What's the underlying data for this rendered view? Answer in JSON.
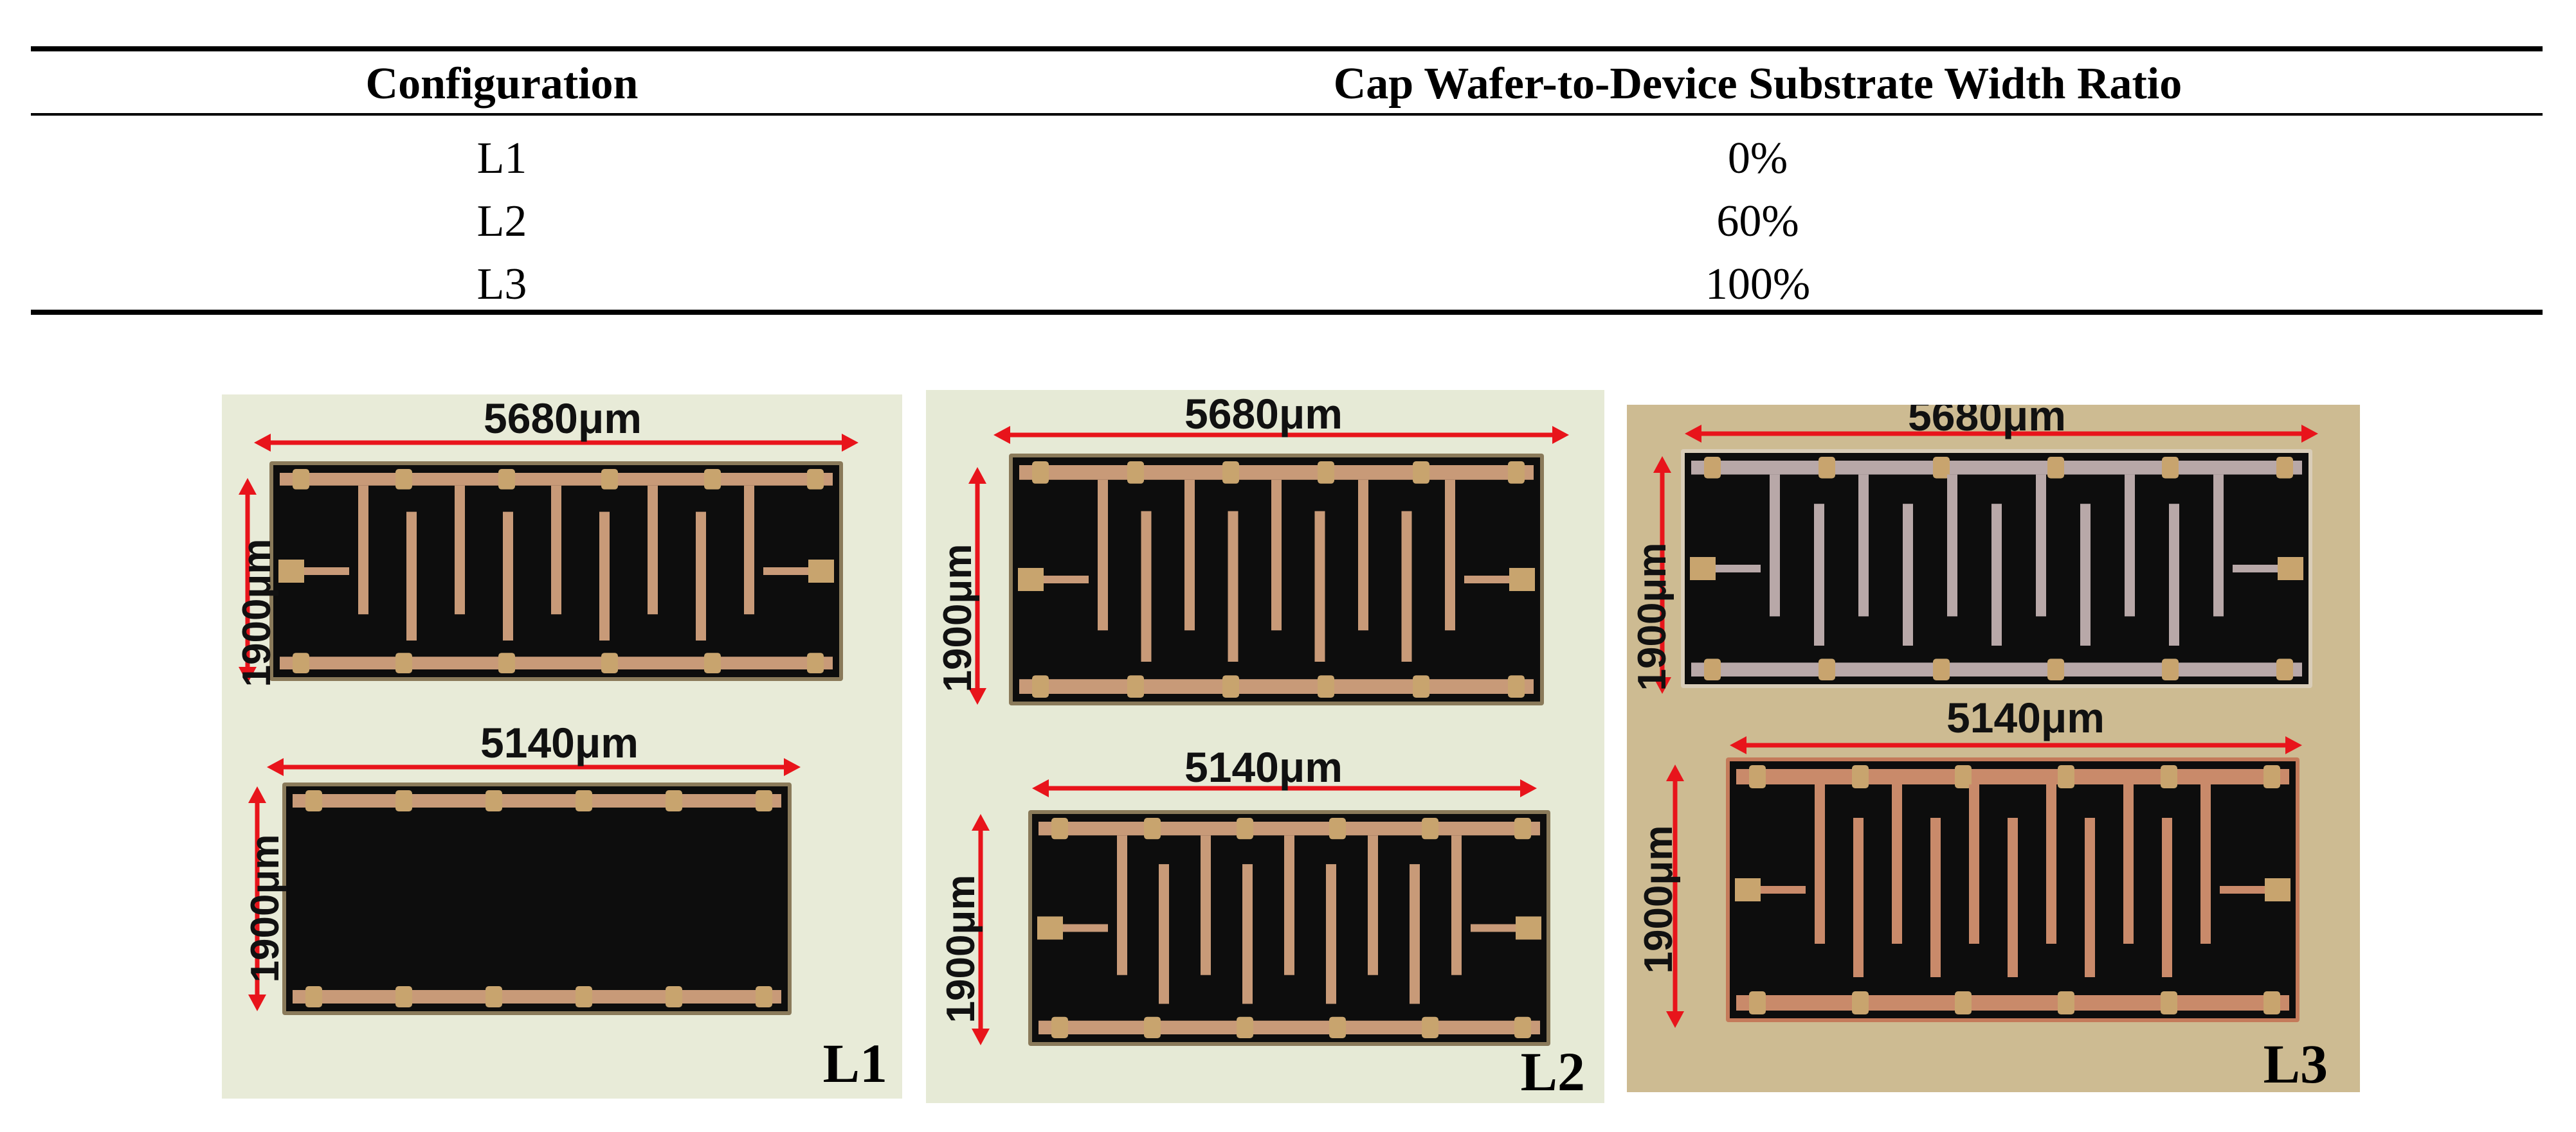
{
  "table": {
    "headers": [
      "Configuration",
      "Cap Wafer-to-Device Substrate Width Ratio"
    ],
    "rows": [
      [
        "L1",
        "0%"
      ],
      [
        "L2",
        "60%"
      ],
      [
        "L3",
        "100%"
      ]
    ]
  },
  "panels": [
    {
      "label": "L1",
      "top_width": "5680μm",
      "top_height": "1900μm",
      "bottom_width": "5140μm",
      "bottom_height": "1900μm"
    },
    {
      "label": "L2",
      "top_width": "5680μm",
      "top_height": "1900μm",
      "bottom_width": "5140μm",
      "bottom_height": "1900μm"
    },
    {
      "label": "L3",
      "top_width": "5680μm",
      "top_height": "1900μm",
      "bottom_width": "5140μm",
      "bottom_height": "1900μm"
    }
  ],
  "colors": {
    "arrow": "#e8141b",
    "die": "#0d0d0d",
    "trace": "#c89a78",
    "pad": "#c8a46e"
  }
}
